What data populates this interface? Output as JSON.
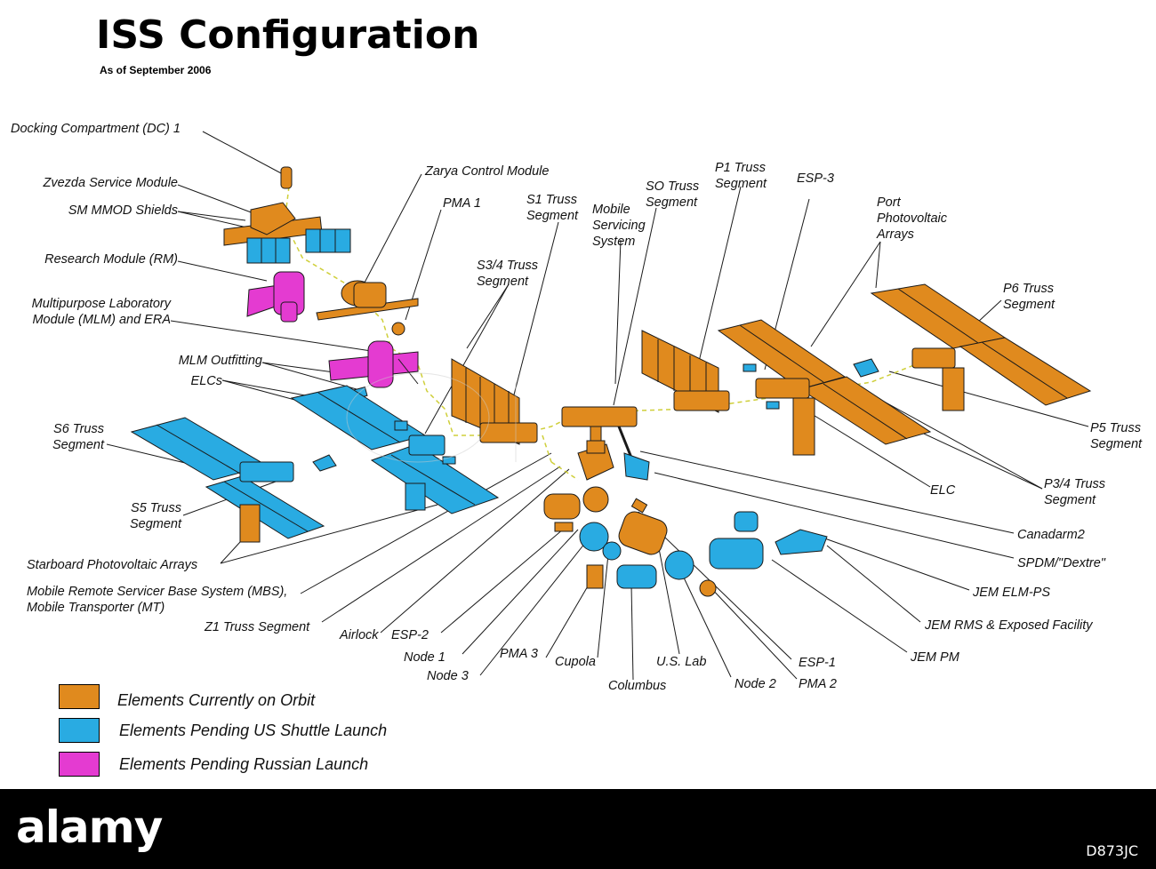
{
  "header": {
    "title": "ISS Configuration",
    "subtitle": "As of September 2006"
  },
  "colors": {
    "on_orbit": "#e08a1e",
    "us_shuttle": "#29abe2",
    "russian": "#e43bd1",
    "outline": "#1a1a1a",
    "connector": "#d6d640"
  },
  "labels": {
    "docking_compartment": "Docking Compartment (DC) 1",
    "zvezda": "Zvezda Service Module",
    "sm_mmod": "SM MMOD Shields",
    "research_module": "Research Module (RM)",
    "mlm": "Multipurpose Laboratory\nModule (MLM) and ERA",
    "mlm_outfitting": "MLM Outfitting",
    "elcs": "ELCs",
    "s6_truss": "S6 Truss\nSegment",
    "s5_truss": "S5 Truss\nSegment",
    "starboard_pv": "Starboard Photovoltaic Arrays",
    "mbs": "Mobile Remote Servicer Base System (MBS),\nMobile Transporter (MT)",
    "z1_truss": "Z1 Truss Segment",
    "airlock": "Airlock",
    "esp2": "ESP-2",
    "node1": "Node 1",
    "node3": "Node 3",
    "pma3": "PMA 3",
    "cupola": "Cupola",
    "columbus": "Columbus",
    "us_lab": "U.S. Lab",
    "node2": "Node 2",
    "pma2": "PMA 2",
    "esp1": "ESP-1",
    "jem_pm": "JEM PM",
    "jem_rms": "JEM RMS & Exposed Facility",
    "jem_elm": "JEM ELM-PS",
    "spdm": "SPDM/\"Dextre\"",
    "canadarm2": "Canadarm2",
    "p34_truss": "P3/4 Truss\nSegment",
    "elc": "ELC",
    "p5_truss": "P5 Truss\nSegment",
    "p6_truss": "P6 Truss\nSegment",
    "port_pv": "Port\nPhotovoltaic\nArrays",
    "esp3": "ESP-3",
    "p1_truss": "P1 Truss\nSegment",
    "so_truss": "SO Truss\nSegment",
    "mss": "Mobile\nServicing\nSystem",
    "s1_truss": "S1 Truss\nSegment",
    "s34_truss": "S3/4 Truss\nSegment",
    "pma1": "PMA 1",
    "zarya": "Zarya Control Module"
  },
  "legend": [
    {
      "label": "Elements Currently on Orbit",
      "color": "#e08a1e"
    },
    {
      "label": "Elements Pending US Shuttle Launch",
      "color": "#29abe2"
    },
    {
      "label": "Elements Pending Russian Launch",
      "color": "#e43bd1"
    }
  ],
  "footer": {
    "brand": "alamy",
    "stock_id": "D873JC"
  }
}
